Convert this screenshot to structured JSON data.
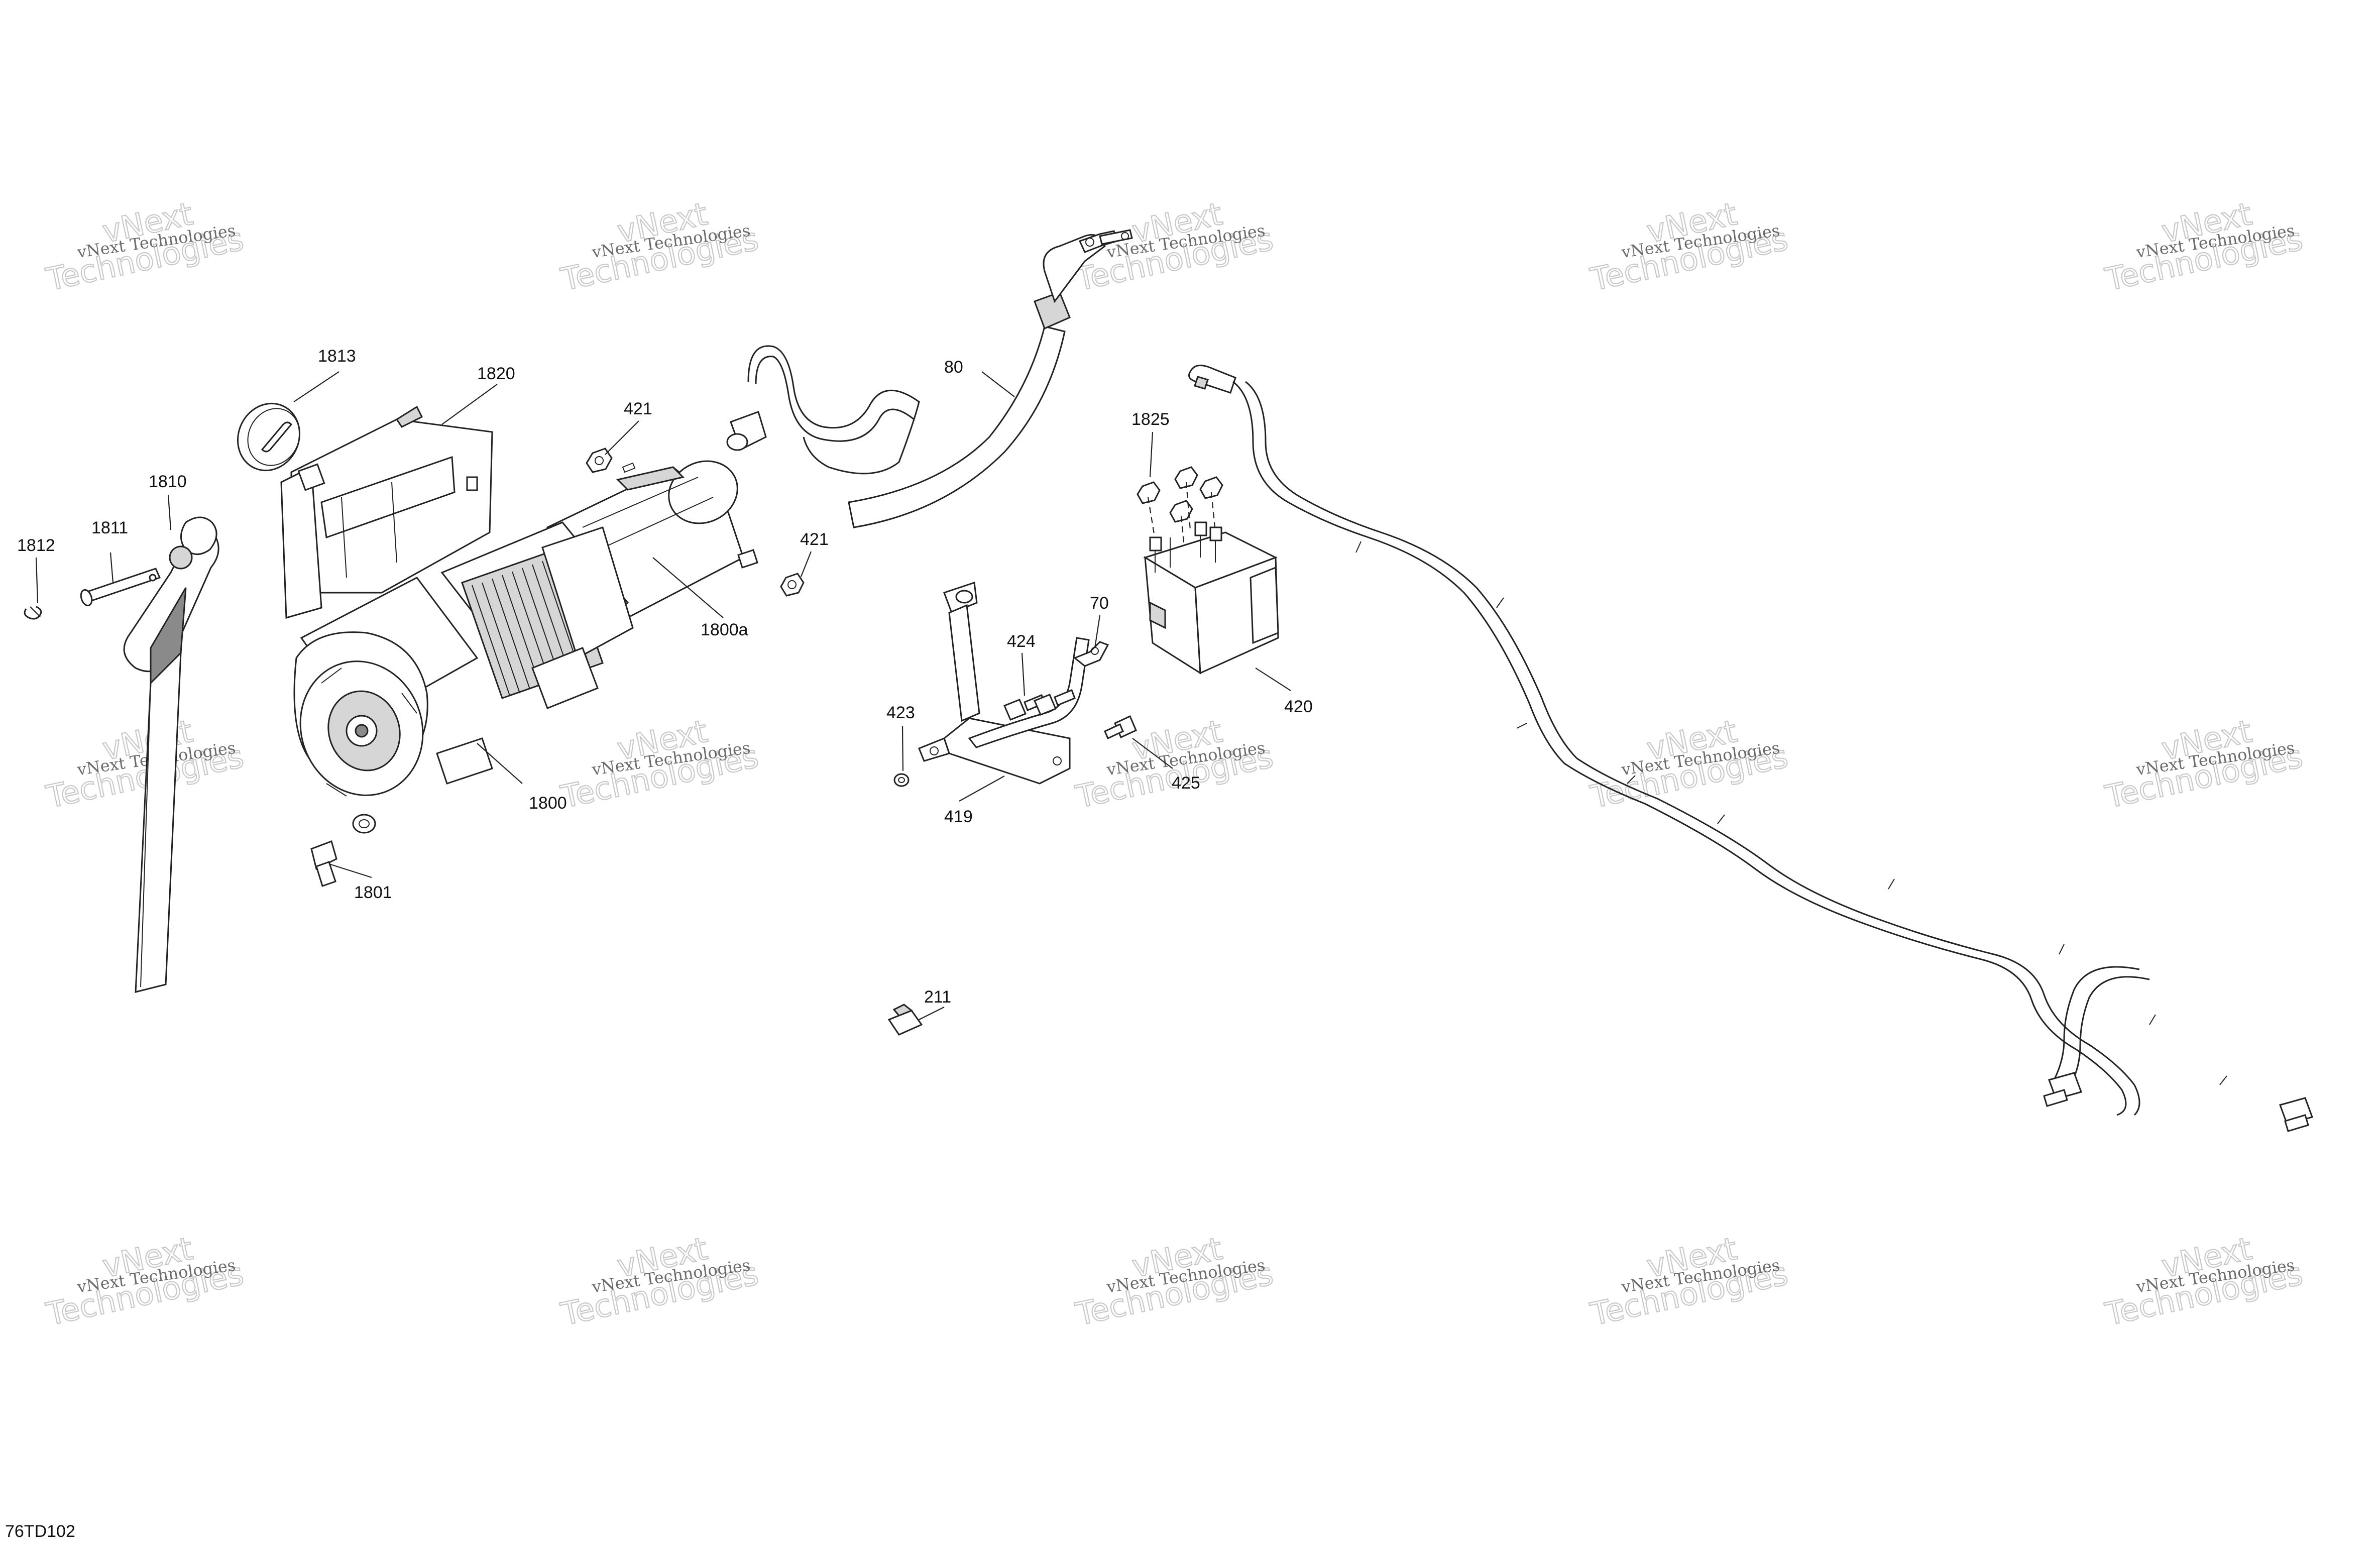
{
  "diagram": {
    "code": "76TD102",
    "watermark": {
      "line1": "vNext Technologies",
      "line2": "vNext\nTechnologies"
    },
    "callouts": [
      {
        "id": "1813",
        "label": "1813"
      },
      {
        "id": "1820",
        "label": "1820"
      },
      {
        "id": "1810",
        "label": "1810"
      },
      {
        "id": "1811",
        "label": "1811"
      },
      {
        "id": "1812",
        "label": "1812"
      },
      {
        "id": "421a",
        "label": "421"
      },
      {
        "id": "421b",
        "label": "421"
      },
      {
        "id": "1800a",
        "label": "1800a"
      },
      {
        "id": "1800",
        "label": "1800"
      },
      {
        "id": "1801",
        "label": "1801"
      },
      {
        "id": "80",
        "label": "80"
      },
      {
        "id": "1825",
        "label": "1825"
      },
      {
        "id": "420",
        "label": "420"
      },
      {
        "id": "70",
        "label": "70"
      },
      {
        "id": "424",
        "label": "424"
      },
      {
        "id": "423",
        "label": "423"
      },
      {
        "id": "425",
        "label": "425"
      },
      {
        "id": "419",
        "label": "419"
      },
      {
        "id": "211",
        "label": "211"
      }
    ]
  }
}
